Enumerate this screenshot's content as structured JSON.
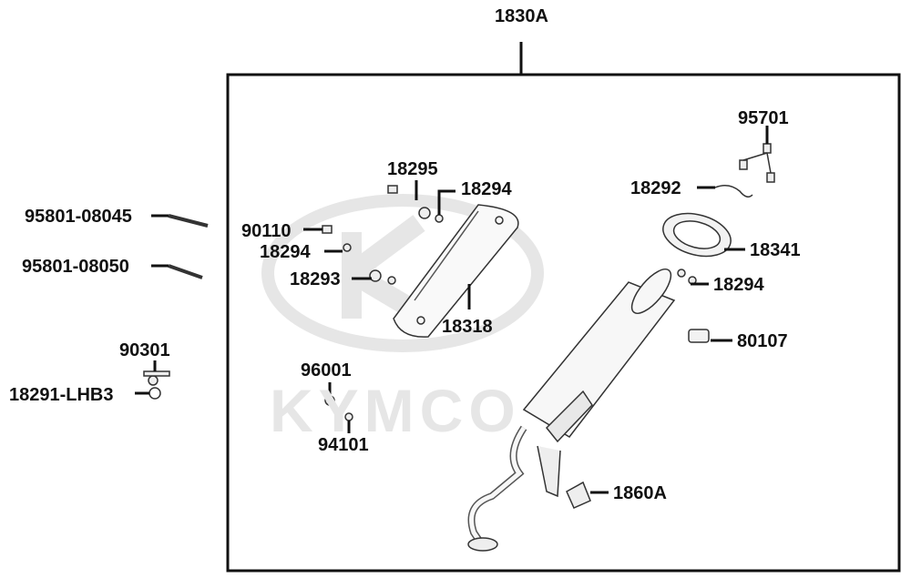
{
  "diagram": {
    "assembly_label": "1830A",
    "watermark_text": "KYMCO",
    "parts": {
      "p95701": "95701",
      "p18292": "18292",
      "p18341": "18341",
      "p18294_right": "18294",
      "p80107": "80107",
      "p1860A": "1860A",
      "p18295": "18295",
      "p18294_top": "18294",
      "p90110": "90110",
      "p18294_left": "18294",
      "p18293": "18293",
      "p18318": "18318",
      "p96001": "96001",
      "p94101": "94101",
      "p95801_08045": "95801-08045",
      "p95801_08050": "95801-08050",
      "p90301": "90301",
      "p18291_LHB3": "18291-LHB3"
    }
  },
  "colors": {
    "line": "#111111",
    "part_stroke": "#333333",
    "part_fill": "#f7f7f7",
    "watermark": "#e6e6e6"
  }
}
